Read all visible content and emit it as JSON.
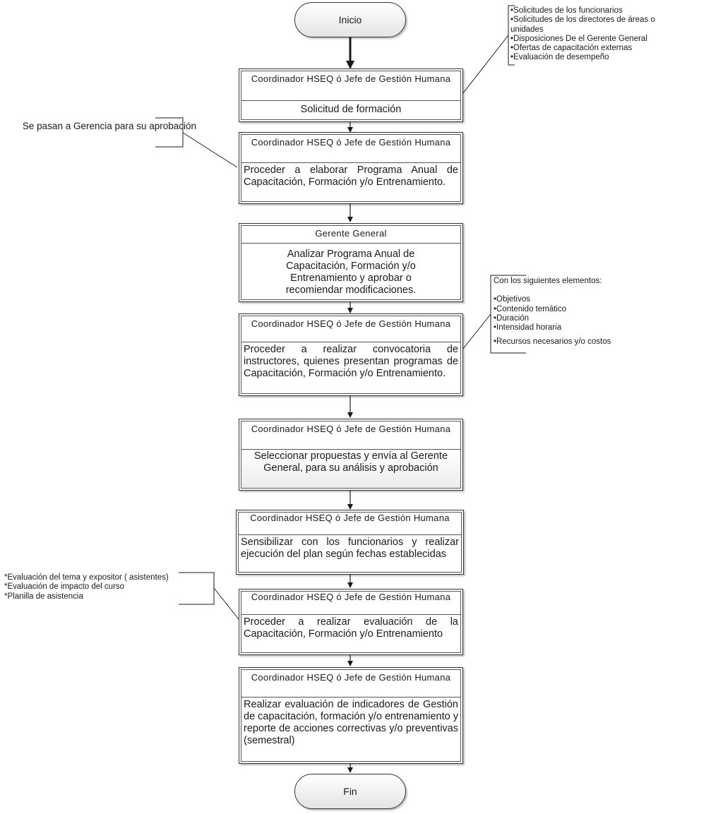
{
  "start": "Inicio",
  "end": "Fin",
  "steps": [
    {
      "role": "Coordinador HSEQ ó Jefe de Gestión Humana",
      "action": "Solicitud de formación"
    },
    {
      "role": "Coordinador HSEQ ó Jefe de Gestión Humana",
      "action": "Proceder a elaborar Programa Anual de Capacitación, Formación y/o Entrenamiento."
    },
    {
      "role": "Gerente General",
      "action": "Analizar Programa Anual de Capacitación, Formación y/o Entrenamiento y aprobar o recomiendar modificaciones."
    },
    {
      "role": "Coordinador HSEQ ó Jefe de Gestión Humana",
      "action": "Proceder a realizar convocatoria de instructores, quienes presentan programas de Capacitación, Formación y/o Entrenamiento."
    },
    {
      "role": "Coordinador HSEQ ó Jefe de Gestión Humana",
      "action": "Seleccionar propuestas y envía al Gerente General,  para su análisis y aprobación"
    },
    {
      "role": "Coordinador HSEQ ó Jefe de Gestión Humana",
      "action": "Sensibilizar con los funcionarios y realizar ejecución del plan según fechas establecidas"
    },
    {
      "role": "Coordinador HSEQ ó Jefe de Gestión Humana",
      "action": "Proceder a realizar evaluación de la Capacitación, Formación y/o Entrenamiento"
    },
    {
      "role": "Coordinador HSEQ ó Jefe de Gestión Humana",
      "action": "Realizar evaluación de indicadores de Gestión de capacitación, formación y/o entrenamiento  y reporte de acciones correctivas y/o preventivas (semestral)"
    }
  ],
  "notes": {
    "sources": [
      "Solicitudes de los funcionarios",
      "Solicitudes de los directores de áreas o unidades",
      "Disposiciones De el Gerente General",
      "Ofertas de capacitación externas",
      "Evaluación de desempeño"
    ],
    "approval": "Se pasan a Gerencia para su aprobación",
    "elements_intro": "Con los siguientes elementos:",
    "elements": [
      "Objetivos",
      "Contenido temático",
      "Duración",
      "Intensidad horaria",
      "Recursos necesarios y/o costos"
    ],
    "evaluation": [
      "*Evaluación del tema y expositor ( asistentes)",
      "*Evaluación de impacto del curso",
      "*Planilla de asistencia"
    ]
  }
}
